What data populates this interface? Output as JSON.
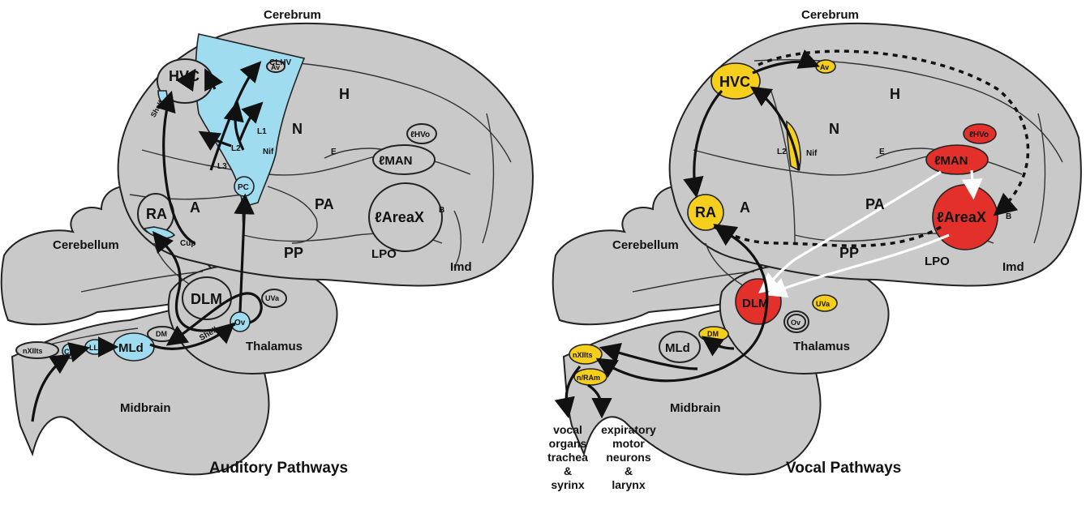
{
  "auditory": {
    "title": "Auditory Pathways",
    "cerebrum": "Cerebrum",
    "cerebellum": "Cerebellum",
    "midbrain": "Midbrain",
    "thalamus": "Thalamus",
    "H": "H",
    "N": "N",
    "A": "A",
    "E": "E",
    "B": "B",
    "PA": "PA",
    "PP": "PP",
    "LPO": "LPO",
    "Imd": "Imd",
    "HVC": "HVC",
    "shelf": "Shelf",
    "CLHV": "CLHV",
    "Av": "Av",
    "L1": "L1",
    "L2": "L2",
    "L3": "L3",
    "Nif": "Nif",
    "PC": "PC",
    "HVo": "ℓHVo",
    "MAN": "ℓMAN",
    "AreaX": "ℓAreaX",
    "RA": "RA",
    "cup": "Cup",
    "DLM": "DLM",
    "UVa": "UVa",
    "MLd": "MLd",
    "DM": "DM",
    "shell": "Shell",
    "Ov": "Ov",
    "nXIIts": "nXIIts",
    "CN": "CN",
    "LL": "LL"
  },
  "vocal": {
    "title": "Vocal Pathways",
    "cerebrum": "Cerebrum",
    "cerebellum": "Cerebellum",
    "midbrain": "Midbrain",
    "thalamus": "Thalamus",
    "H": "H",
    "N": "N",
    "A": "A",
    "E": "E",
    "B": "B",
    "PA": "PA",
    "PP": "PP",
    "LPO": "LPO",
    "Imd": "Imd",
    "HVC": "HVC",
    "Av": "Av",
    "L2": "L2",
    "Nif": "Nif",
    "HVo": "ℓHVo",
    "MAN": "ℓMAN",
    "AreaX": "ℓAreaX",
    "RA": "RA",
    "DLM": "DLM",
    "UVa": "UVa",
    "Ov": "Ov",
    "MLd": "MLd",
    "DM": "DM",
    "nXIIts": "nXIIts",
    "nRAm": "n/RAm",
    "out_left": [
      "vocal",
      "organs",
      "trachea",
      "&",
      "syrinx"
    ],
    "out_right": [
      "expiratory",
      "motor",
      "neurons",
      "&",
      "larynx"
    ]
  },
  "colors": {
    "auditory_nucleus": "#9fdcef",
    "vocal_nucleus": "#f6cf1c",
    "vocal_forebrain": "#e3302a",
    "brain": "#c9c9c9"
  }
}
